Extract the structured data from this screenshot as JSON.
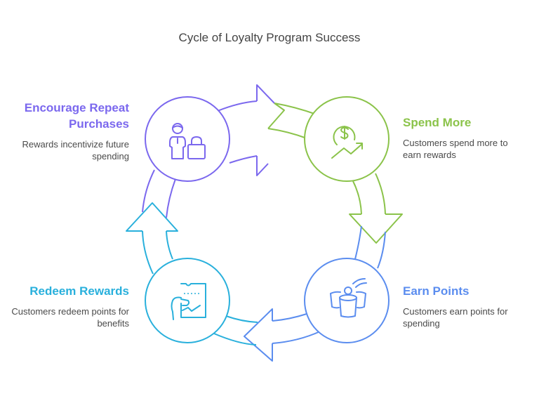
{
  "title": "Cycle of Loyalty Program Success",
  "colors": {
    "purple": "#7b68ee",
    "green": "#8bc34a",
    "blue": "#5b8def",
    "cyan": "#29b0dc",
    "text": "#444444"
  },
  "steps": [
    {
      "id": "encourage",
      "title": "Encourage Repeat Purchases",
      "description": "Rewards incentivize future spending",
      "icon": "shopper-bag-icon",
      "color": "#7b68ee"
    },
    {
      "id": "spend",
      "title": "Spend More",
      "description": "Customers spend more to earn rewards",
      "icon": "dollar-growth-icon",
      "color": "#8bc34a"
    },
    {
      "id": "earn",
      "title": "Earn Points",
      "description": "Customers earn points for spending",
      "icon": "points-buckets-icon",
      "color": "#5b8def"
    },
    {
      "id": "redeem",
      "title": "Redeem Rewards",
      "description": "Customers redeem points for benefits",
      "icon": "ticket-redeem-icon",
      "color": "#29b0dc"
    }
  ]
}
